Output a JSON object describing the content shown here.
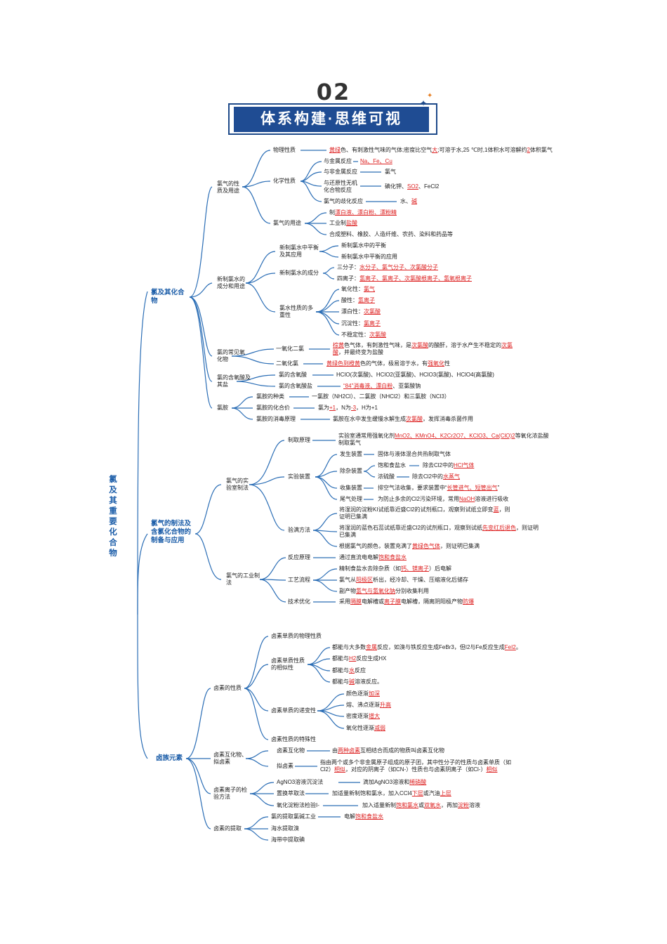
{
  "header": {
    "number": "02",
    "title": "体系构建·思维可视"
  },
  "root": "氯及其重要化合物",
  "sec": {
    "s1": "氯及其化合物",
    "s2": "氯气的制法及含氯化合物的制备与应用",
    "s3": "卤族元素"
  },
  "n": {
    "n1": "氯气的性质及用途",
    "n2": "物理性质",
    "n3": "化学性质",
    "n4": "与金属反应",
    "n5": "与非金属反应",
    "n6": "与还原性无机化合物反应",
    "n7": "氯气的歧化反应",
    "n8": "氯气",
    "n9": "碘化钾、",
    "n10": "水、",
    "n11": "氯气的用途",
    "n12": "工业制",
    "n13": "合成塑料、橡胶、人造纤维、农药、染料和药品等",
    "n14": "新制氯水的成分和用途",
    "n15": "新制氯水中平衡及其应用",
    "n16": "新制氯水中的平衡",
    "n17": "新制氯水中平衡的应用",
    "n18": "新制氯水的成分",
    "n19": "三分子：",
    "n20": "四离子：",
    "n21": "氯水性质的多重性",
    "n22": "氧化性：",
    "n23": "酸性：",
    "n24": "漂白性：",
    "n25": "沉淀性：",
    "n26": "不稳定性：",
    "n27": "氯的常见氧化物",
    "n28": "一氧化二氯",
    "n29": "二氧化氯",
    "n30": "氯的含氧酸及其盐",
    "n31": "氯的含氧酸",
    "n32": "HClO(次氯酸)、HClO2(亚氯酸)、HClO3(氯酸)、HClO4(高氯酸)",
    "n33": "氯的含氧酸盐",
    "n34": "、亚氯酸钠",
    "n35": "氯胺",
    "n36": "氯胺的种类",
    "n37": "一氯胺（NH2Cl）、二氯胺（NHCl2）和三氯胺（NCl3）",
    "n38": "氯胺的化合价",
    "n39": "氯为",
    "n40": "，N为",
    "n41": "，H为+1",
    "n42": "氯胺的消毒原理",
    "n43": "，发挥消毒杀菌作用",
    "n44": "氯气的实验室制法",
    "n45": "制取原理",
    "n46": "实验装置",
    "n47": "发生装置",
    "n48": "固体与液体混合共热制取气体",
    "n49": "除杂装置",
    "n50": "饱和食盐水",
    "n51": "除去Cl2中的",
    "n52": "浓硫酸",
    "n53": "除去Cl2中的",
    "n54": "收集装置",
    "n55": "排空气法收集，要求装置中“",
    "n56": "尾气处理",
    "n57": "为防止多余的Cl2污染环境，常用",
    "n58": "溶液进行吸收",
    "n59": "验满方法",
    "n60": "根据氯气的颜色，装置充满了",
    "n61": "，则证明已集满",
    "n62": "氯气的工业制法",
    "n63": "反应原理",
    "n64": "通过直流电电解",
    "n65": "工艺流程",
    "n66": "精制食盐水去除杂质（如",
    "n67": "）后电解",
    "n68": "氯气从",
    "n69": "析出，经冷却、干燥、压缩液化后储存",
    "n70": "副产物",
    "n71": "分别收集利用",
    "n72": "技术优化",
    "n73": "采用",
    "n74": "电解槽或",
    "n75": "电解槽，隔离阴阳极产物",
    "n76": "卤素的性质",
    "n77": "卤素单质的物理性质",
    "n78": "卤素单质性质的相似性",
    "n79": "都能与",
    "n80": "反应生成HX",
    "n81": "都能与",
    "n82": "反应",
    "n83": "都能与",
    "n84": "溶液反应。",
    "n85": "卤素单质的递变性",
    "n86": "颜色逐渐",
    "n87": "熔、沸点逐渐",
    "n88": "密度逐渐",
    "n89": "氧化性逐渐",
    "n90": "卤素性质的特殊性",
    "n91": "卤素互化物、拟卤素",
    "n92": "卤素互化物",
    "n93": "由",
    "n94": "互相结合而成的物质叫卤素互化物",
    "n95": "拟卤素",
    "n96": "卤素离子的检验方法",
    "n97": "AgNO3溶液沉淀法",
    "n98": "滴加AgNO3溶液和",
    "n99": "置换萃取法",
    "n100": "加适量新制饱和氯水，加入CCl4",
    "n101": "或汽油",
    "n102": "氧化淀粉法检验I-",
    "n103": "加入适量新制",
    "n104": "或",
    "n105": "，再加",
    "n106": "溶液",
    "n107": "卤素的提取",
    "n108": "氯的提取氯碱工业",
    "n109": "电解",
    "n110": "海水提取溴",
    "n111": "海带中提取碘"
  },
  "long": {
    "p1a": "色、有刺激性气味的气体;密度比空气",
    "p1b": ";可溶于水,25 ℃时,1体积水可溶解约",
    "p1c": "体积氯气",
    "p2a": "色气体，有刺激性气味，是",
    "p2b": "的酸酐，溶于水产生不稳定的",
    "p2c": "，并最终变为盐酸",
    "p3": "色的气体，极易溶于水，有",
    "p3b": "性",
    "p4": "氯胺在水中发生缓慢水解生成",
    "p5a": "实验室通常用强氧化剂",
    "p5b": "等氧化浓盐酸制取氯气",
    "p6a": "将湿润的淀粉KI试纸靠近盛Cl2的试剂瓶口，观察到试纸立即变",
    "p6b": "，则证明已集满",
    "p7a": "将湿润的蓝色石蕊试纸靠近盛Cl2的试剂瓶口，观察到试纸",
    "p7b": "，则证明已集满",
    "p8a": "都能与大多数",
    "p8b": "反应，如溴与铁反应生成FeBr3，但I2与Fe反应生成",
    "p9a": "指由两个或多个非金属原子组成的原子团，其中性分子的性质与卤素单质（如Cl2）",
    "p9b": "，对应的阴离子（如CN-）性质也与卤素阴离子（如Cl-）"
  },
  "red": {
    "r1": "黄绿",
    "r2": "大",
    "r3": "2",
    "r4": "Na、Fe、Cu",
    "r5": "SO2",
    "r5b": "、FeCl2",
    "r6": "碱",
    "r7pre": "制",
    "r7": "漂白液、漂白粉、漂粉精",
    "r8": "盐酸",
    "r9": "水分子、氯气分子、次氯酸分子",
    "r10": "氢离子、氯离子、次氯酸根离子、氢氧根离子",
    "r11": "氯气",
    "r12": "氢离子",
    "r13": "次氯酸",
    "r14": "氯离子",
    "r15": "次氯酸",
    "r16": "棕黄",
    "r17": "次氯酸",
    "r18": "次氯酸",
    "r19": "黄绿色到橙黄",
    "r20": "强氧化",
    "r21": "“84”消毒液、漂白粉",
    "r22": "+1",
    "r23": "-3",
    "r24": "次氯酸",
    "r25": "MnO2、KMnO4、K2Cr2O7、KClO3、Ca(ClO)2",
    "r26": "HCl气体",
    "r27": "水蒸气",
    "r28": "长管进气、短管出气",
    "r29": "NaOH",
    "r30": "蓝",
    "r31": "先变红后退色",
    "r32": "黄绿色气体",
    "r33": "饱和食盐水",
    "r34": "钙、镁离子",
    "r35": "阳极区",
    "r36": "氢气与氢氧化钠",
    "r37": "隔膜",
    "r38": "离子膜",
    "r39": "防爆",
    "r40": "金属",
    "r41": "FeI2",
    "r42": "H2",
    "r43": "水",
    "r44": "碱",
    "r45": "加深",
    "r46": "升高",
    "r47": "增大",
    "r48": "减弱",
    "r49": "两种卤素",
    "r50": "相似",
    "r51": "相似",
    "r52": "稀硝酸",
    "r53": "下层",
    "r54": "上层",
    "r55": "饱和氯水",
    "r56": "双氧水",
    "r57": "淀粉",
    "r58": "饱和食盐水",
    "p1q": "”"
  }
}
